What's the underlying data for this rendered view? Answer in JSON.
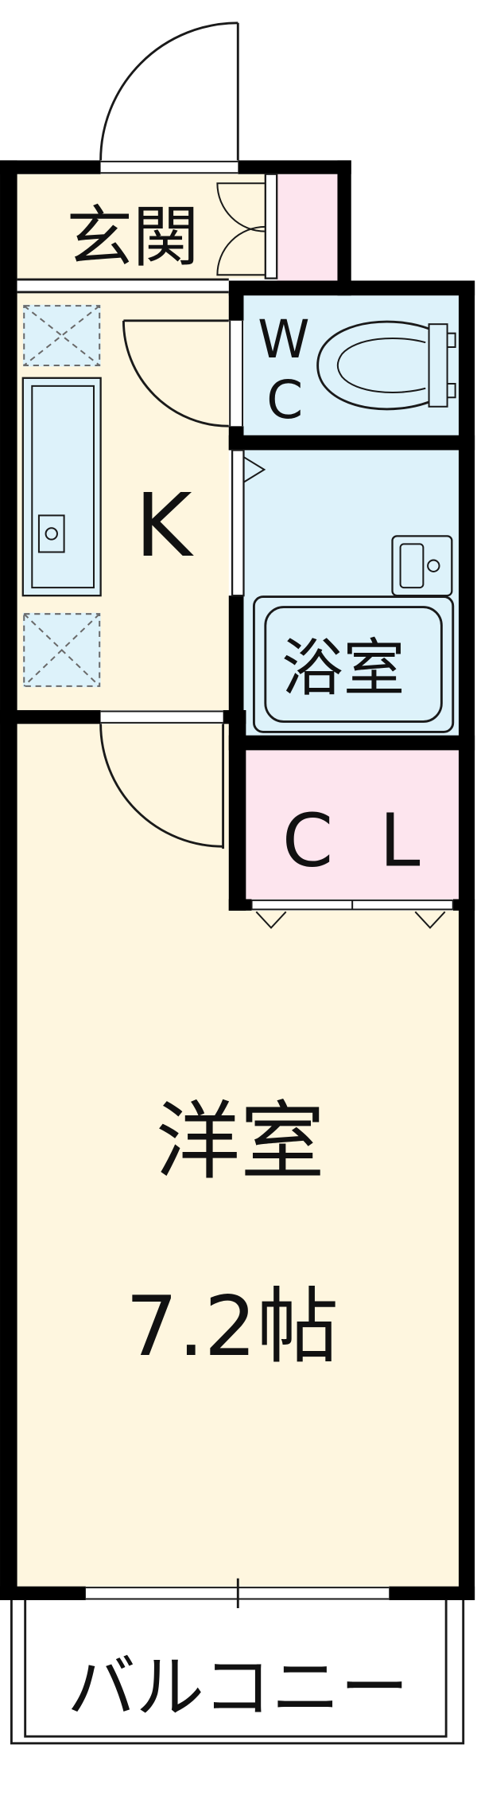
{
  "rooms": {
    "genkan": {
      "label": "玄関"
    },
    "kitchen": {
      "label": "K"
    },
    "wc": {
      "label_top": "W",
      "label_bottom": "C"
    },
    "bath": {
      "label": "浴室"
    },
    "closet": {
      "label": "C L"
    },
    "western_room": {
      "label": "洋室",
      "size": "7.2帖"
    },
    "balcony": {
      "label": "バルコニー"
    }
  },
  "colors": {
    "floor": "#FEF6DF",
    "wet_area": "#DDF2FA",
    "storage": "#FDE5EE",
    "wall": "#000000",
    "line": "#1A1A1A",
    "paper": "#FFFFFF"
  }
}
